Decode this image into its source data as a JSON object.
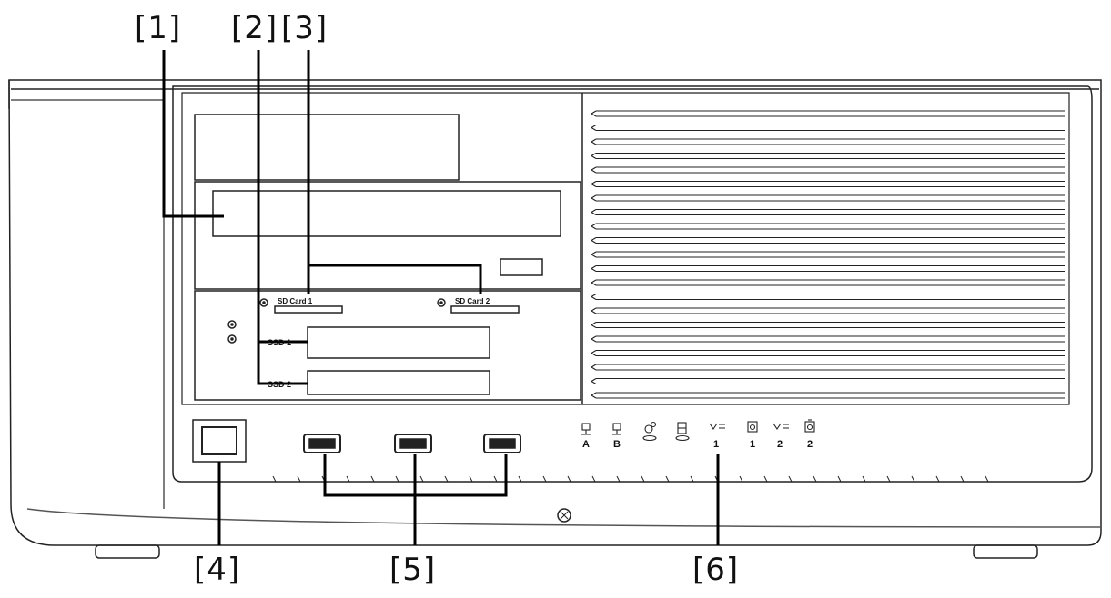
{
  "callouts": [
    "[1]",
    "[2]",
    "[3]",
    "[4]",
    "[5]",
    "[6]"
  ],
  "slot_labels": {
    "sd_card_1": "SD Card 1",
    "sd_card_2": "SD Card 2",
    "ssd_1": "SSD 1",
    "ssd_2": "SSD 2"
  },
  "indicators": [
    {
      "icon": "network-icon",
      "label": "A"
    },
    {
      "icon": "network-icon",
      "label": "B"
    },
    {
      "icon": "disc-gear-icon",
      "label": ""
    },
    {
      "icon": "disc-film-icon",
      "label": ""
    },
    {
      "icon": "video-icon",
      "label": "1"
    },
    {
      "icon": "record-icon",
      "label": "1"
    },
    {
      "icon": "video-icon",
      "label": "2"
    },
    {
      "icon": "record-icon",
      "label": "2"
    }
  ]
}
